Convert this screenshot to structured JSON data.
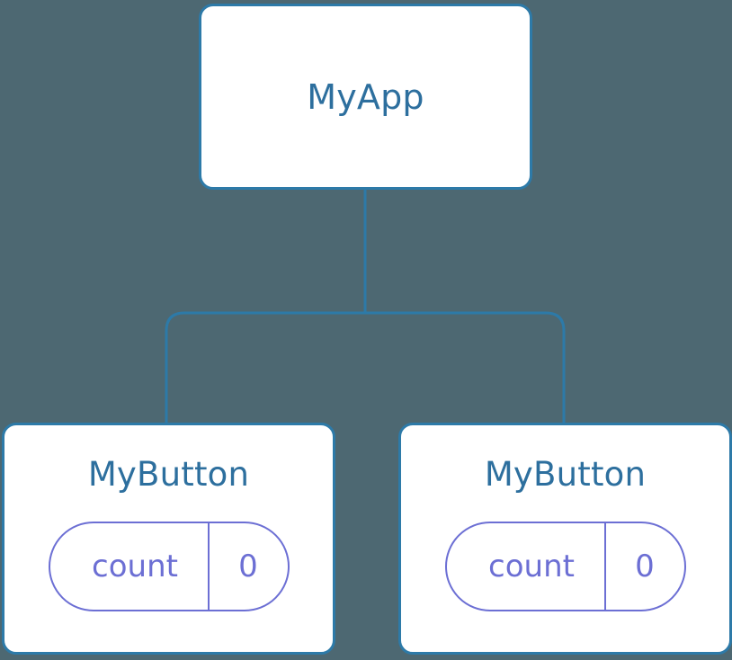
{
  "diagram": {
    "type": "component-tree",
    "background_color": "#4d6872",
    "node_border_color": "#2d7aa8",
    "node_text_color": "#2d6f9e",
    "state_color": "#6c6fd4",
    "edge_color": "#2d7aa8",
    "root": {
      "label": "MyApp"
    },
    "children": [
      {
        "label": "MyButton",
        "state": {
          "key": "count",
          "value": "0"
        }
      },
      {
        "label": "MyButton",
        "state": {
          "key": "count",
          "value": "0"
        }
      }
    ]
  }
}
